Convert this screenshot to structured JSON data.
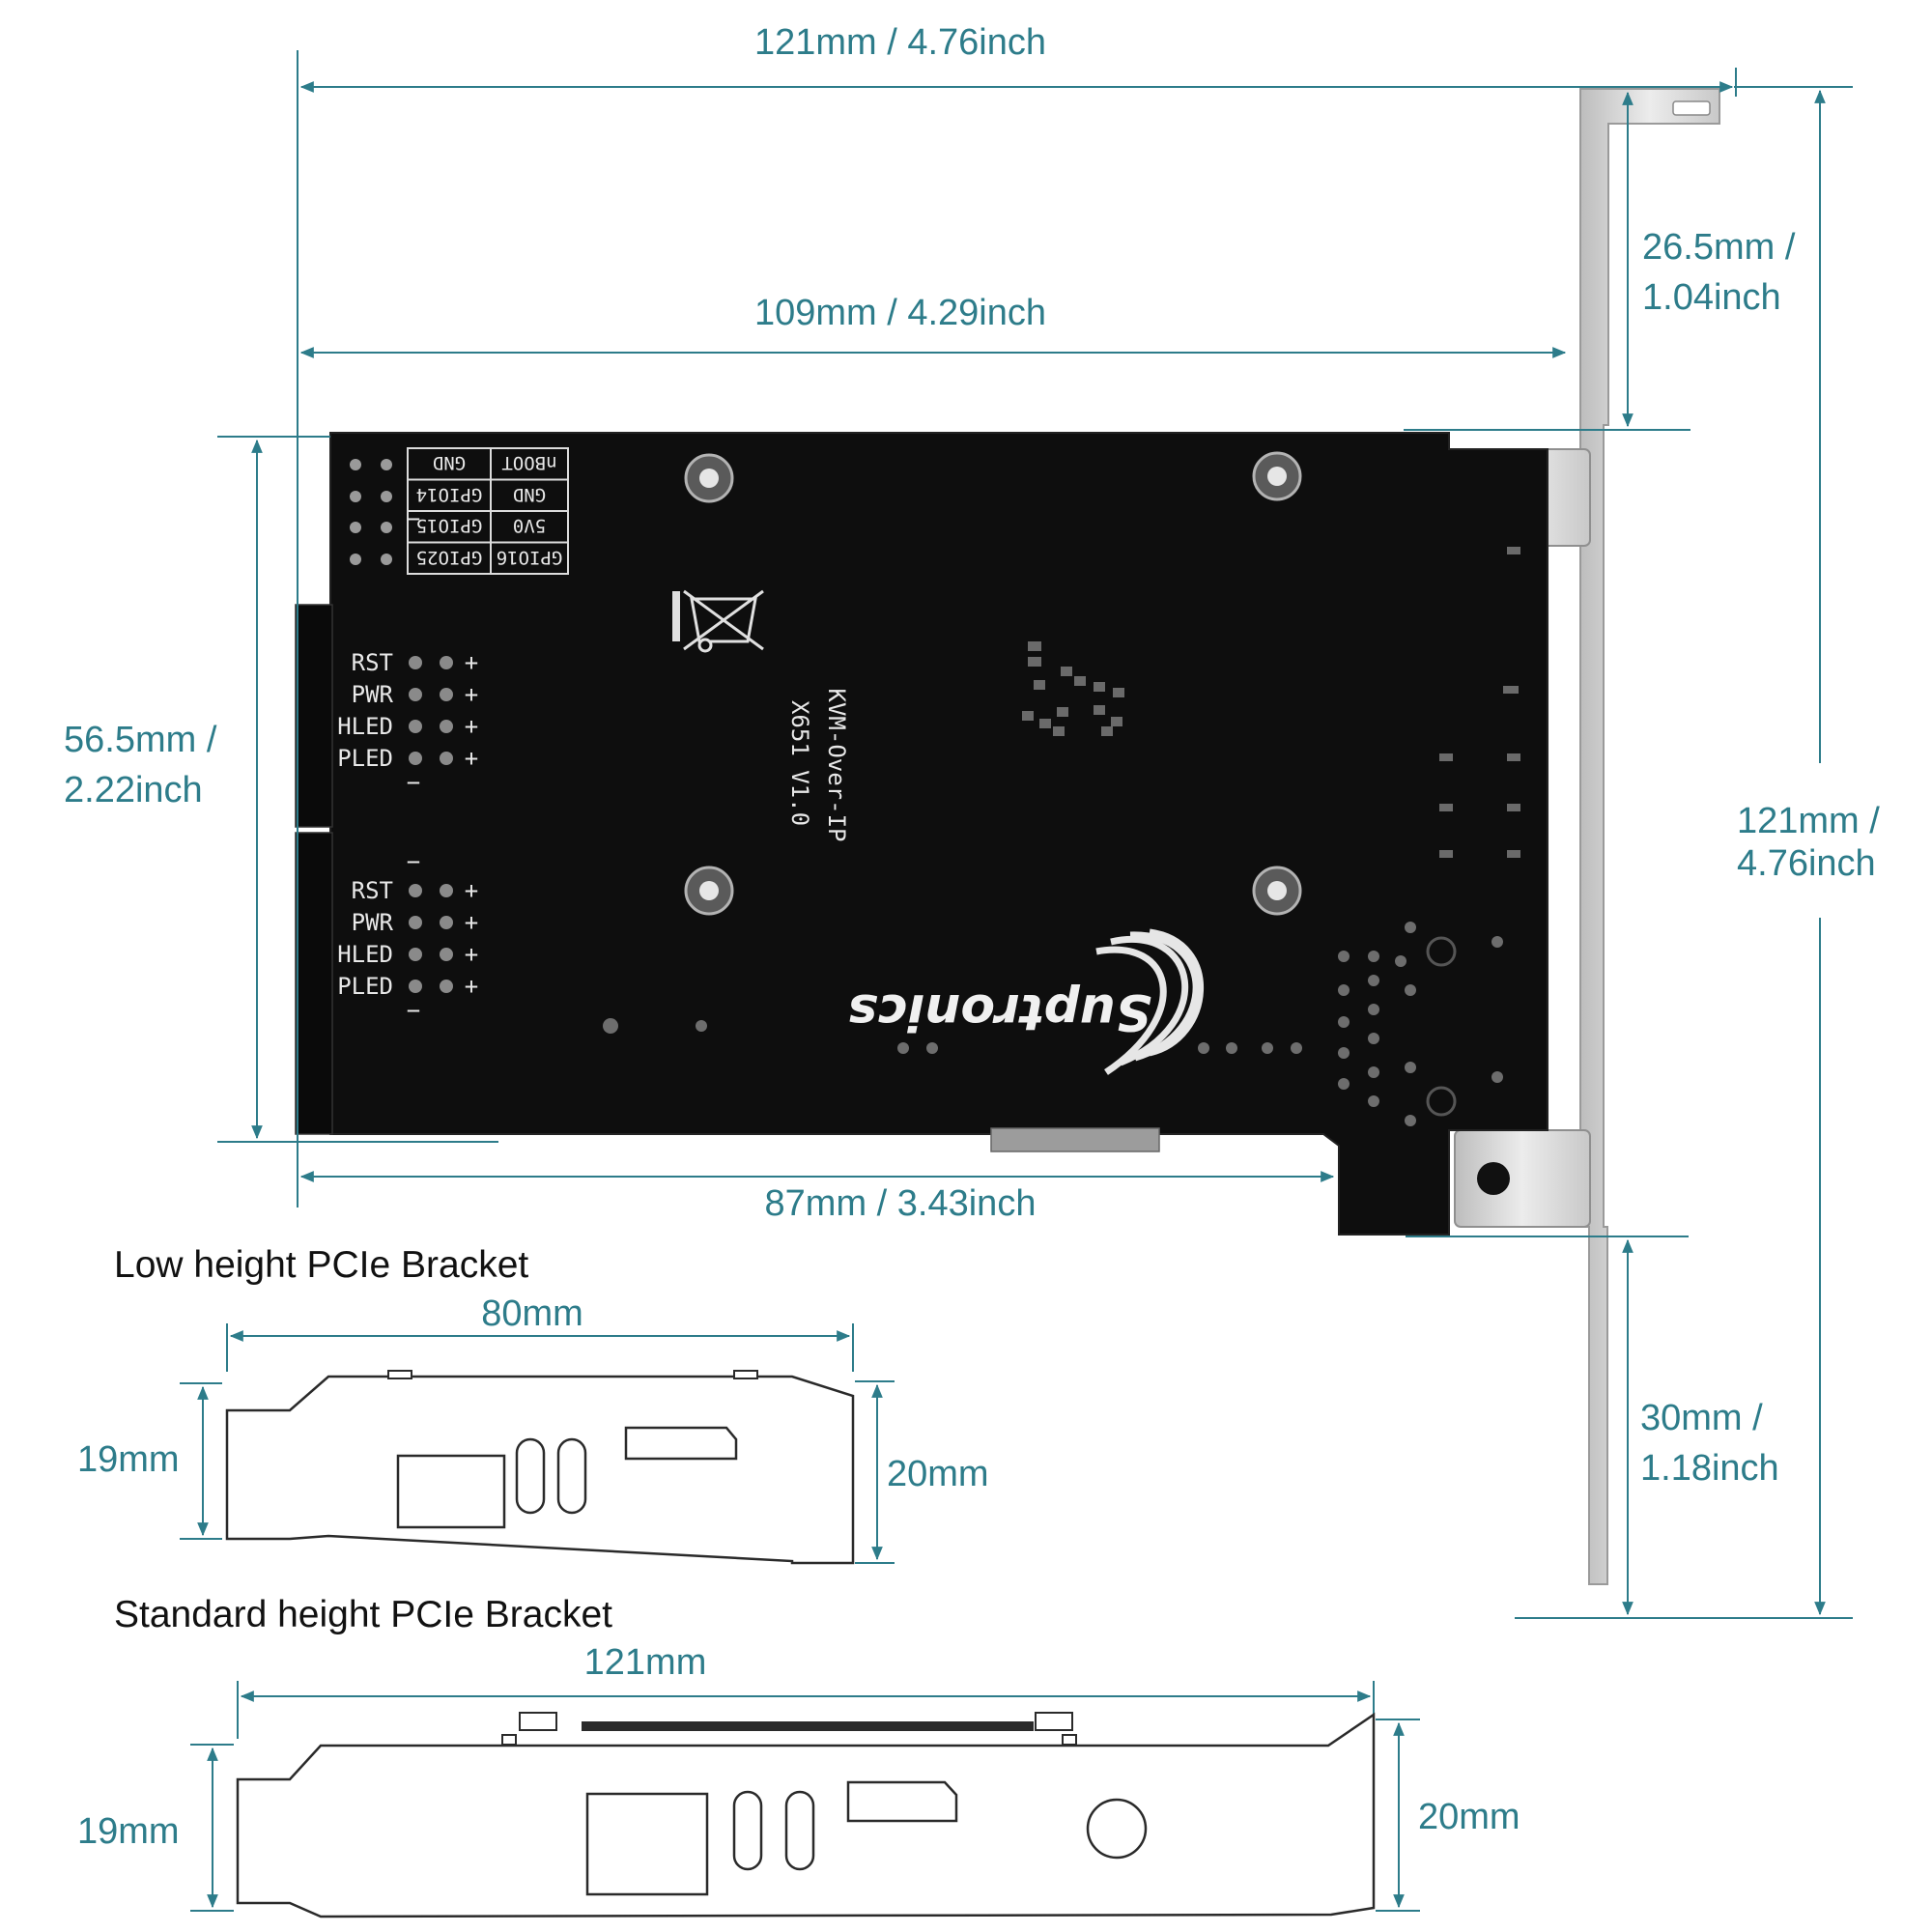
{
  "colors": {
    "dimension": "#2d7c8a",
    "pcb": "#0e0e0e",
    "silkscreen": "#e8e8e8",
    "bracket_metal": "#d9d9d9"
  },
  "main_card": {
    "dims": {
      "total_length": "121mm / 4.76inch",
      "board_length": "109mm / 4.29inch",
      "connector_offset": "87mm / 3.43inch",
      "board_height_mm": "56.5mm /",
      "board_height_in": "2.22inch",
      "bracket_top_mm": "26.5mm /",
      "bracket_top_in": "1.04inch",
      "bracket_total_mm": "121mm /",
      "bracket_total_in": "4.76inch",
      "bracket_bottom_mm": "30mm /",
      "bracket_bottom_in": "1.18inch"
    },
    "header_table": [
      [
        "nBOOT",
        "GND"
      ],
      [
        "GND",
        "GPIO14"
      ],
      [
        "5V0",
        "GPIO15"
      ],
      [
        "GPIO16",
        "GPIO25"
      ]
    ],
    "pin_rows_top": [
      "RST",
      "PWR",
      "HLED",
      "PLED"
    ],
    "pin_rows_bottom": [
      "RST",
      "PWR",
      "HLED",
      "PLED"
    ],
    "plus": "+",
    "minus": "−",
    "model_line1": "KVM-Over-IP",
    "model_line2": "X651 V1.0",
    "brand": "Suptronics"
  },
  "low_bracket": {
    "title": "Low height PCIe Bracket",
    "width": "80mm",
    "left_height": "19mm",
    "right_height": "20mm"
  },
  "std_bracket": {
    "title": "Standard height PCIe  Bracket",
    "width": "121mm",
    "left_height": "19mm",
    "right_height": "20mm"
  }
}
